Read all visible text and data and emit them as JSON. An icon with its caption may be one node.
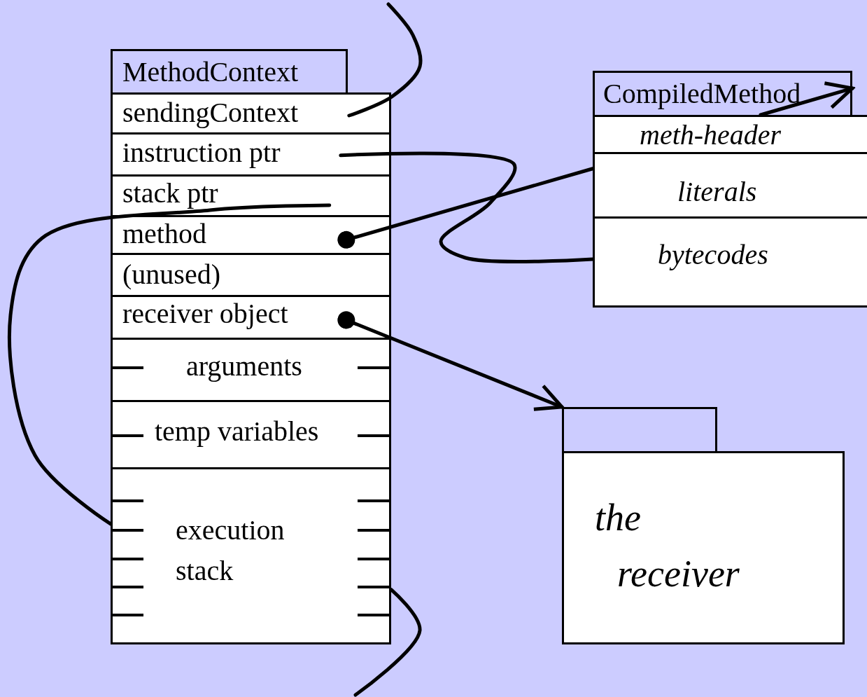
{
  "diagram": {
    "nodes": [
      {
        "text": [
          "MethodContext"
        ]
      },
      {
        "text": [
          "sendingContext"
        ]
      },
      {
        "text": [
          "instruction ptr"
        ]
      },
      {
        "text": [
          "stack ptr"
        ]
      },
      {
        "text": [
          "method"
        ]
      },
      {
        "text": [
          "(unused)"
        ]
      },
      {
        "text": [
          "receiver object"
        ]
      },
      {
        "text": [
          "arguments"
        ]
      },
      {
        "text": [
          "temp variables"
        ]
      },
      {
        "text": [
          "execution stack"
        ]
      },
      {
        "text": [
          "CompiledMethod"
        ]
      },
      {
        "text": [
          "meth-header"
        ]
      },
      {
        "text": [
          "literals"
        ]
      },
      {
        "text": [
          "bytecodes"
        ]
      },
      {
        "text": [],
        "shape": "box"
      },
      {
        "text": [
          "the receiver"
        ]
      }
    ],
    "edges": [
      {
        "from": 1,
        "to": null,
        "arrow": "none"
      },
      {
        "from": 2,
        "to": 13,
        "arrow": "none"
      },
      {
        "from": 3,
        "to": 9,
        "arrow": "none"
      },
      {
        "from": 4,
        "to": 12,
        "arrow": "other"
      },
      {
        "from": 11,
        "to": 10,
        "arrow": "to"
      },
      {
        "from": 6,
        "to": 14,
        "arrow": "to"
      },
      {
        "from": 9,
        "to": null,
        "arrow": "none"
      }
    ]
  }
}
